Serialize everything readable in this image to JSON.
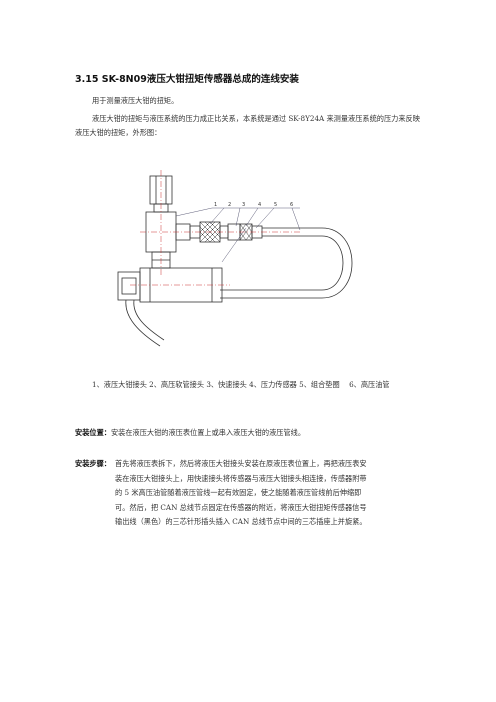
{
  "section": {
    "heading": "3.15 SK-8N09液压大钳扭矩传感器总成的连线安装"
  },
  "intro": {
    "line1": "用于测量液压大钳的扭矩。",
    "line2": "液压大钳的扭矩与液压系统的压力成正比关系，本系统是通过 SK-8Y24A 来测量液压系统的压力来反映液压大钳的扭矩，外形图："
  },
  "figure": {
    "callouts": [
      "1",
      "2",
      "3",
      "4",
      "5",
      "6"
    ]
  },
  "caption": {
    "text": "1、液压大钳接头 2、高压软管接头 3、快速接头 4、压力传感器 5、组合垫圈　 6、高压油管"
  },
  "install_position": {
    "label": "安装位置：",
    "text": "安装在液压大钳的液压表位置上或串入液压大钳的液压管线。"
  },
  "install_steps": {
    "label": "安装步骤：",
    "lines": [
      "首先将液压表拆下，然后将液压大钳接头安装在原液压表位置上，再把液压表安",
      "装在液压大钳接头上，用快速接头将传感器与液压大钳接头相连接，传感器附带",
      "的 5 米高压油管随着液压管线一起有效固定，使之能随着液压管线前后伸缩即",
      "可。然后，把 CAN 总线节点固定在传感器的附近，将液压大钳扭矩传感器信号",
      "输出线（黑色）的三芯针形插头插入 CAN 总线节点中间的三芯插座上并旋紧。"
    ]
  }
}
